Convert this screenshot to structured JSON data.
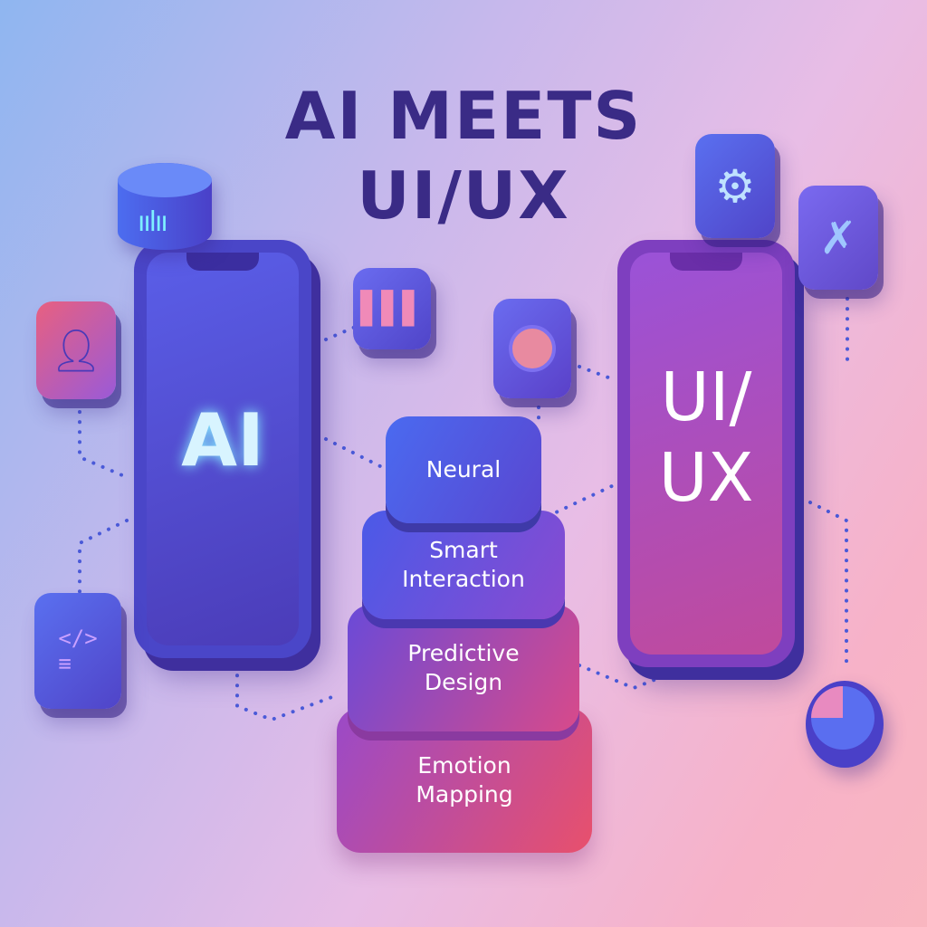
{
  "title": {
    "line1": "AI MEETS",
    "line2": "UI/UX"
  },
  "left_phone": {
    "label": "AI"
  },
  "right_phone": {
    "label_line1": "UI/",
    "label_line2": "UX"
  },
  "stack": [
    {
      "lines": [
        "Neural"
      ]
    },
    {
      "lines": [
        "Smart",
        "Interaction"
      ]
    },
    {
      "lines": [
        "Predictive",
        "Design"
      ]
    },
    {
      "lines": [
        "Emotion",
        "Mapping"
      ]
    }
  ],
  "icons": [
    "database-waveform-icon",
    "user-icon",
    "code-icon",
    "bar-chart-icon",
    "profile-icon",
    "gear-icon",
    "tool-icon",
    "pie-chart-icon"
  ],
  "colors": {
    "title": "#3a2b86",
    "blue": "#4a5ee8",
    "purple": "#7a4bd0",
    "pink": "#e0507a"
  }
}
